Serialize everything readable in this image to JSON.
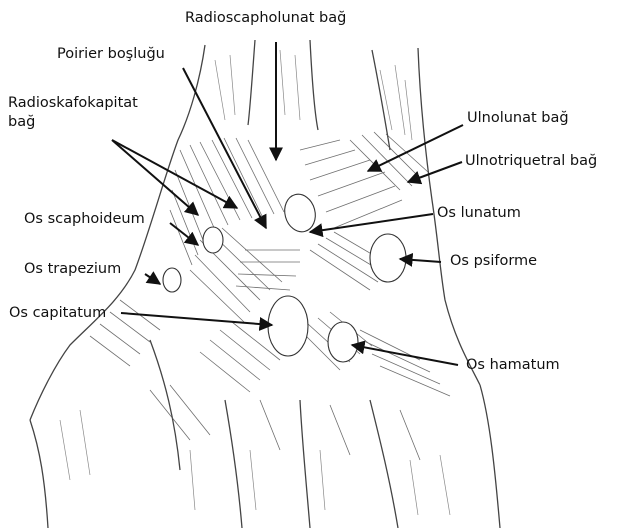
{
  "diagram": {
    "labels": {
      "radioscapholunat": "Radioscapholunat bağ",
      "poirier": "Poirier boşluğu",
      "radioskafokapitat_line1": "Radioskafokapitat",
      "radioskafokapitat_line2": "bağ",
      "ulnolunat": "Ulnolunat bağ",
      "ulnotriquetral": "Ulnotriquetral bağ",
      "scaphoideum": "Os scaphoideum",
      "lunatum": "Os lunatum",
      "trapezium": "Os trapezium",
      "psiforme": "Os psiforme",
      "capitatum": "Os capitatum",
      "hamatum": "Os hamatum"
    },
    "colors": {
      "ink": "#1a1a1a",
      "pencil": "#6b6b6b",
      "paper": "#ffffff"
    }
  }
}
